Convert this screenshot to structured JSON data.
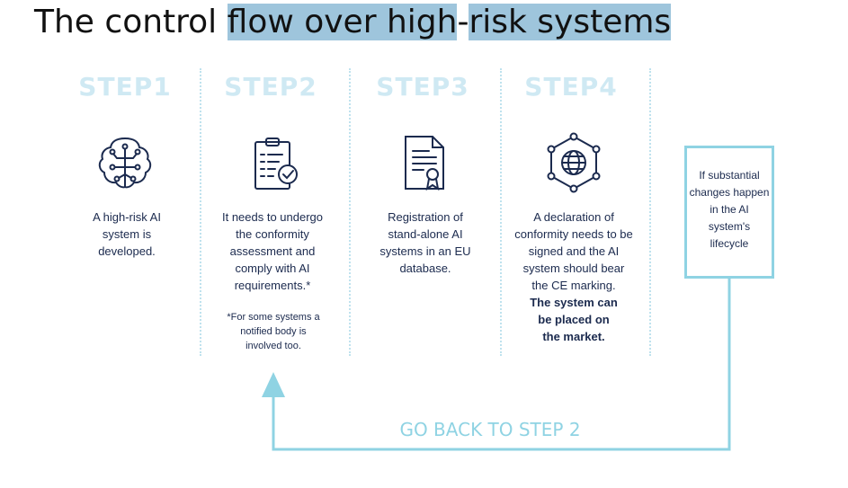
{
  "title": {
    "part1": "The control ",
    "part2": "flow over high",
    "part3": "-",
    "part4": "risk systems"
  },
  "steps": [
    {
      "title": "STEP1",
      "icon": "ai-brain-circuit-icon",
      "text": "A high-risk AI system is developed."
    },
    {
      "title": "STEP2",
      "icon": "checklist-clipboard-icon",
      "text": "It needs to undergo the conformity assessment and comply with AI requirements.*",
      "note": "*For some systems a notified body is involved too."
    },
    {
      "title": "STEP3",
      "icon": "certificate-document-icon",
      "text": "Registration of stand-alone AI systems in an EU database."
    },
    {
      "title": "STEP4",
      "icon": "globe-network-icon",
      "text": "A declaration of conformity needs to be signed and the AI system should bear the CE marking.",
      "text_bold": "The system can be placed on the market."
    }
  ],
  "side_box": {
    "text": "If substantial changes happen in the AI system's lifecycle"
  },
  "go_back": "GO BACK TO STEP 2",
  "colors": {
    "accent": "#8fd3e3",
    "step_title": "#cfe9f3",
    "text": "#1b2a4e",
    "highlight": "#9ec5dc"
  }
}
